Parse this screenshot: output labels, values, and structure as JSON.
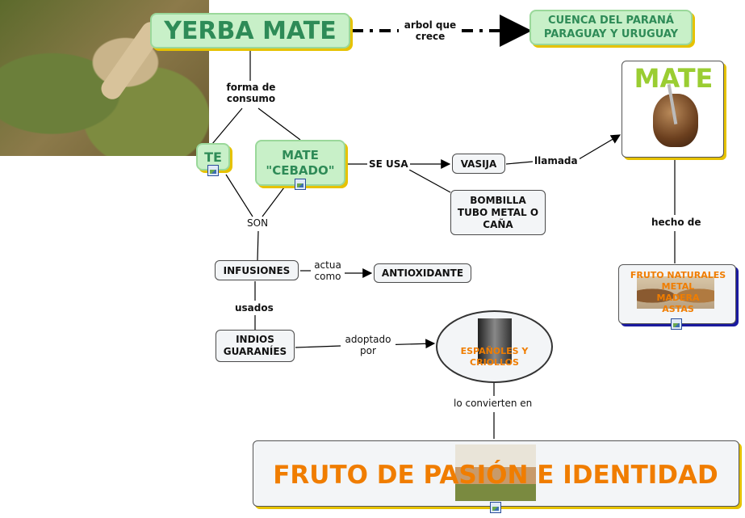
{
  "nodes": {
    "yerba_mate": "YERBA MATE",
    "cuenca": "CUENCA DEL PARANÁ\nPARAGUAY Y URUGUAY",
    "te": "TE",
    "mate_cebado": "MATE\n\"CEBADO\"",
    "vasija": "VASIJA",
    "bombilla": "BOMBILLA\nTUBO METAL O\nCAÑA",
    "mate_title": "MATE",
    "fruto_list": "FRUTO NATURALES\nMETAL\nMADERA\nASTAS",
    "infusiones": "INFUSIONES",
    "antioxidante": "ANTIOXIDANTE",
    "indios": "INDIOS\nGUARANÍES",
    "espanoles": "ESPAÑOLES Y\nCRIOLLOS",
    "fruto_pasion": "FRUTO DE PASIÓN E IDENTIDAD"
  },
  "links": {
    "arbol": "arbol que\ncrece",
    "forma": "forma de\nconsumo",
    "se_usa": "SE USA",
    "llamada": "llamada",
    "son": "SON",
    "hecho": "hecho de",
    "actua": "actua\ncomo",
    "usados": "usados",
    "adoptado": "adoptado\npor",
    "convierten": "lo convierten en"
  },
  "colors": {
    "green_text": "#2e8b57",
    "orange_text": "#f07d00",
    "mate_green": "#9acd32",
    "dark_blue": "#1a1aa0"
  }
}
